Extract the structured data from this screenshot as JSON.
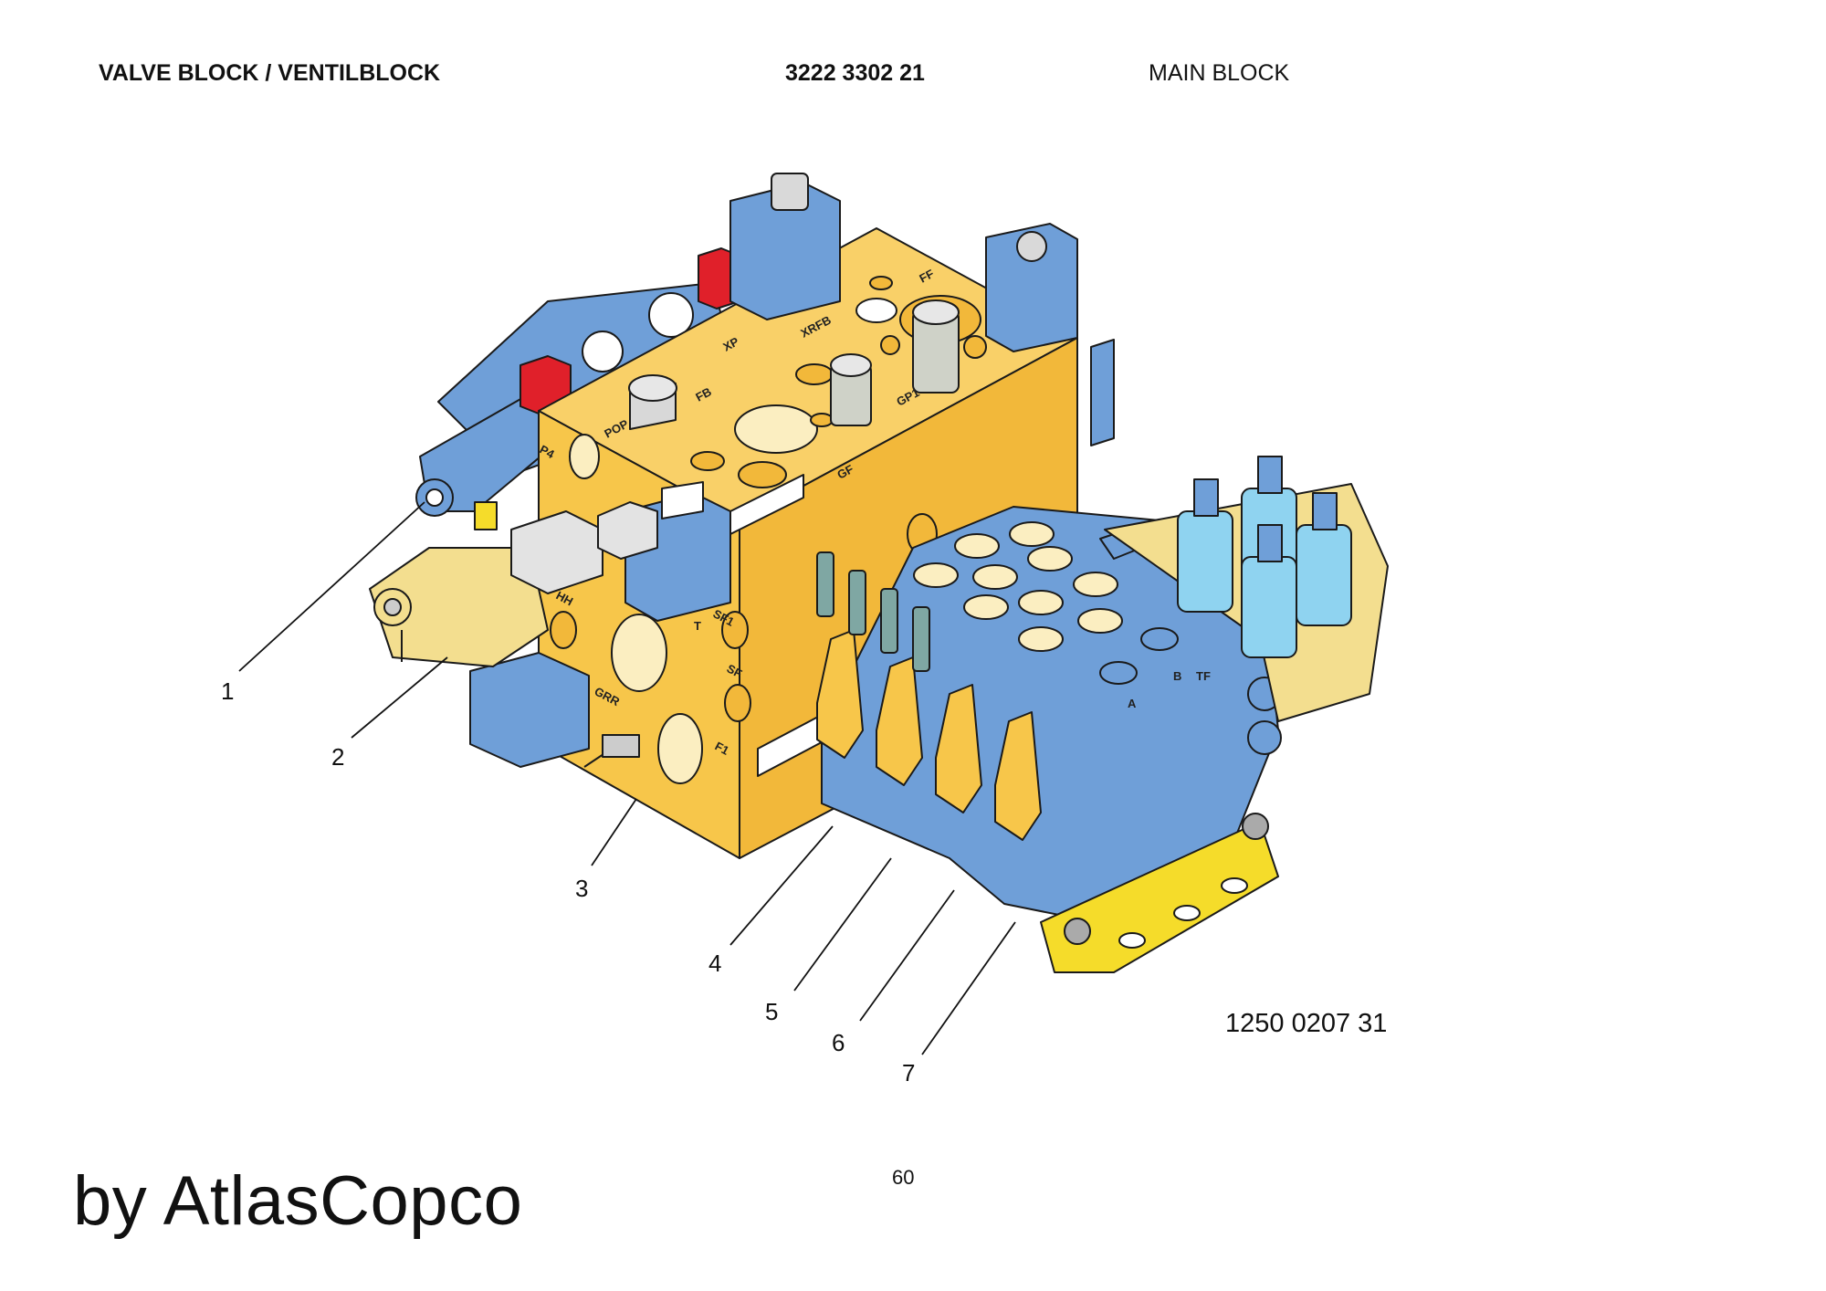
{
  "header": {
    "title": "VALVE BLOCK / VENTILBLOCK",
    "part_number": "3222 3302 21",
    "section": "MAIN BLOCK"
  },
  "illustration": {
    "port_labels": [
      "XP",
      "XRFB",
      "FF",
      "FB",
      "POP",
      "P4",
      "GP1",
      "GF",
      "HH",
      "SF1",
      "T",
      "SF",
      "GRR",
      "F1",
      "A",
      "B",
      "TF"
    ],
    "callouts": [
      "1",
      "2",
      "3",
      "4",
      "5",
      "6",
      "7"
    ],
    "drawing_number": "1250 0207 31",
    "colors": {
      "main_block": "#f7c64a",
      "valve_blue": "#6f9fd8",
      "solenoid_light_blue": "#8fd3f0",
      "cap_red": "#e0202a",
      "bracket_yellow": "#f5dc2a",
      "brass": "#f3de8f"
    }
  },
  "footer": {
    "page_number": "60",
    "brand": "by AtlasCopco"
  }
}
